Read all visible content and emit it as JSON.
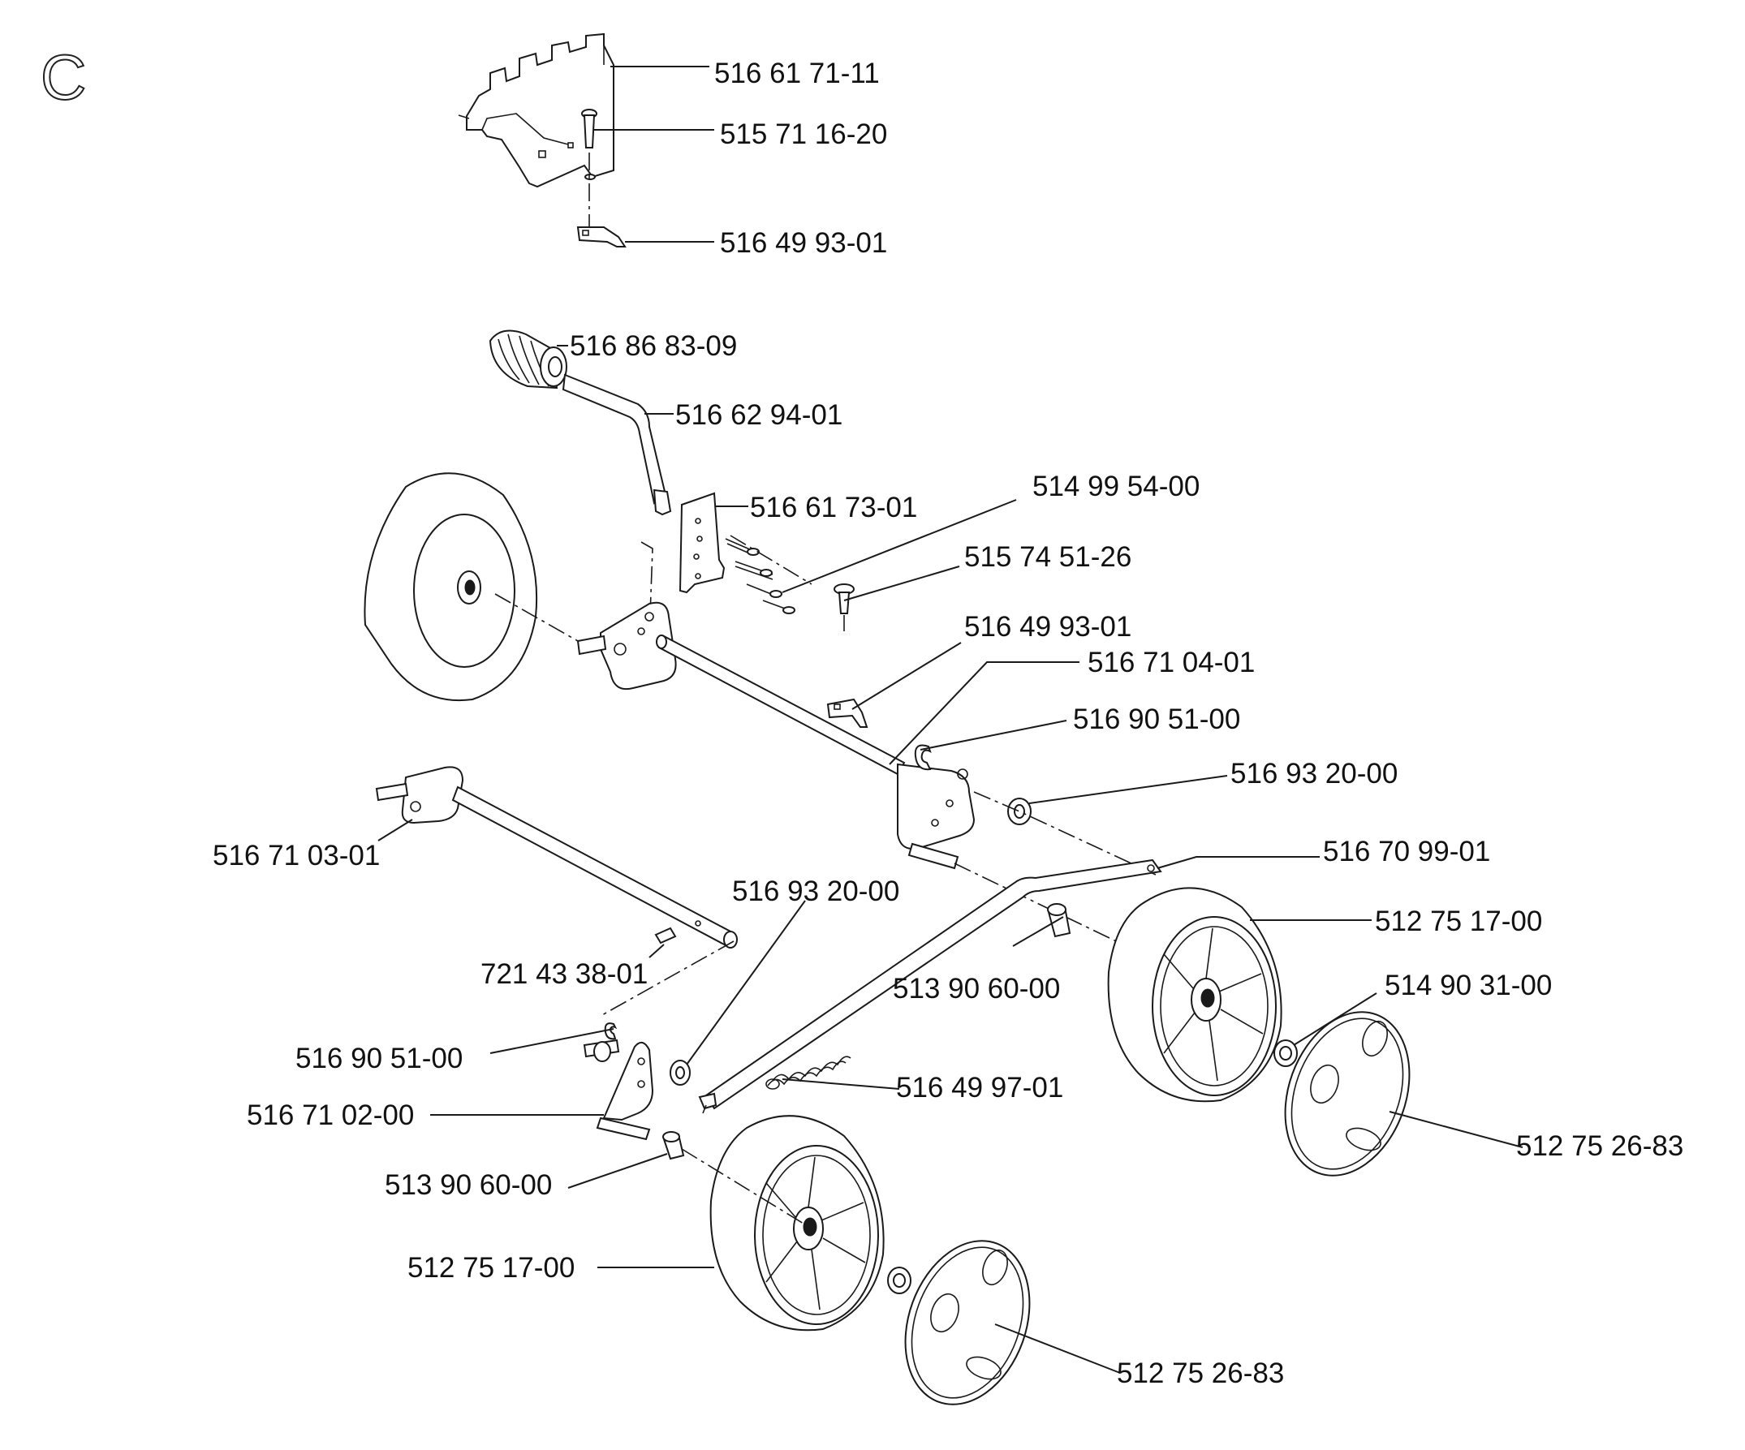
{
  "section": "C",
  "labels": [
    "516 61 71-11",
    "515 71 16-20",
    "516 49 93-01",
    "516 86 83-09",
    "516 62 94-01",
    "516 61 73-01",
    "514 99 54-00",
    "515 74 51-26",
    "516 49 93-01",
    "516 71 04-01",
    "516 90 51-00",
    "516 93 20-00",
    "516 71 03-01",
    "516 70 99-01",
    "516 93 20-00",
    "512 75 17-00",
    "721 43 38-01",
    "513 90 60-00",
    "514 90 31-00",
    "516 90 51-00",
    "516 49 97-01",
    "516 71 02-00",
    "512 75 26-83",
    "513 90 60-00",
    "512 75 17-00",
    "512 75 26-83"
  ]
}
